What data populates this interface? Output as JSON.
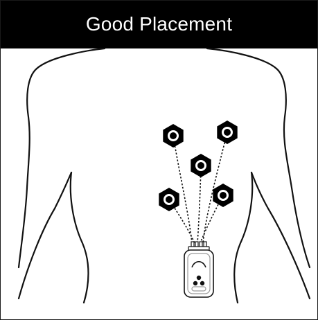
{
  "header": {
    "title": "Good Placement"
  },
  "illustration": {
    "subject": "torso-outline",
    "electrodes": [
      {
        "id": "upper-left"
      },
      {
        "id": "upper-right"
      },
      {
        "id": "center"
      },
      {
        "id": "lower-left"
      },
      {
        "id": "lower-right"
      }
    ],
    "device": "monitor-device"
  },
  "colors": {
    "header_background": "#000000",
    "header_text": "#ffffff",
    "outline": "#111111",
    "electrode": "#000000",
    "device_case": "#ffffff",
    "device_detail": "#9a9a9a"
  }
}
